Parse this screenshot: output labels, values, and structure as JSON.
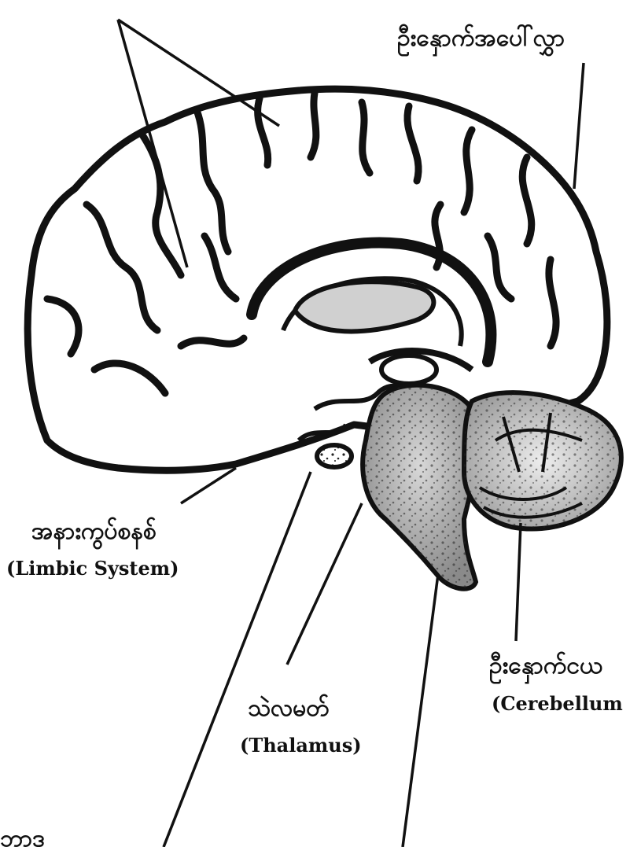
{
  "labels": {
    "top_right_mm": "ဦးနှောက်အပေါ်လွှာ",
    "limbic_mm": "အနားကွပ်စနစ်",
    "limbic_en": "(Limbic System)",
    "thalamus_mm": "သဲလမတ်",
    "thalamus_en": "(Thalamus)",
    "cerebellum_mm": "ဦးနှောက်ငယ",
    "cerebellum_en": "(Cerebellum",
    "bottom_left_mm": "ဘာဒ"
  },
  "colors": {
    "ink": "#111111",
    "shade": "#8a8a8a",
    "background": "#ffffff"
  }
}
